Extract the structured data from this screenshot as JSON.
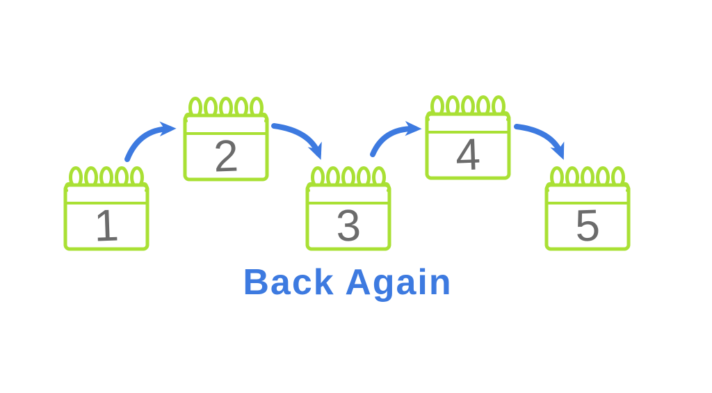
{
  "caption": {
    "text": "Back Again"
  },
  "calendars": [
    {
      "label": "1"
    },
    {
      "label": "2"
    },
    {
      "label": "3"
    },
    {
      "label": "4"
    },
    {
      "label": "5"
    }
  ],
  "arrows": [
    {
      "name": "arrow-1-to-2",
      "direction": "up-right"
    },
    {
      "name": "arrow-2-to-3",
      "direction": "down-right"
    },
    {
      "name": "arrow-3-to-4",
      "direction": "up-right"
    },
    {
      "name": "arrow-4-to-5",
      "direction": "down-right"
    }
  ],
  "colors": {
    "green": "#a9e034",
    "blue": "#3d7ae0",
    "gray": "#6b6b6b",
    "background": "#ffffff"
  }
}
